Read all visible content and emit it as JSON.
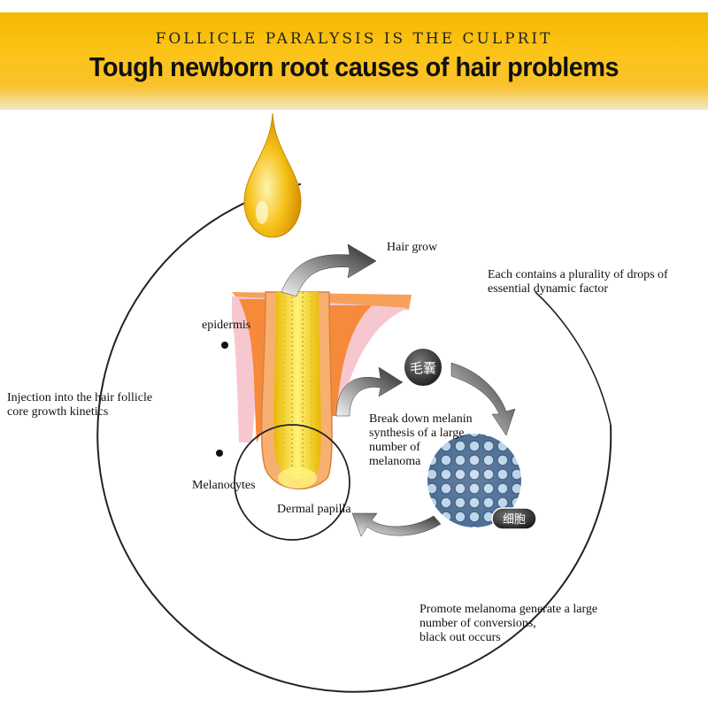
{
  "banner": {
    "subtitle": "FOLLICLE PARALYSIS IS THE CULPRIT",
    "title": "Tough newborn root causes of hair problems"
  },
  "labels": {
    "hair_grow": "Hair grow",
    "each_contains": [
      "Each contains a plurality of drops of",
      "essential dynamic factor"
    ],
    "epidermis": "epidermis",
    "injection": [
      "Injection into the hair follicle",
      "core growth kinetics"
    ],
    "break_down": [
      "Break down melanin",
      "synthesis of a large",
      " number of",
      "melanoma"
    ],
    "melanocytes": "Melanocytes",
    "dermal_papilla": "Dermal papilla",
    "promote": [
      "Promote melanoma generate a large",
      "number of conversions,",
      "black out occurs"
    ],
    "follicle_badge": "毛囊",
    "cell_badge": "细胞"
  },
  "colors": {
    "banner_gold": "#fcc418",
    "oil_gold": "#f2b705",
    "skin_orange": "#f6a05a",
    "skin_pink": "#f7c7cf",
    "cell_blue": "#5a7fa8"
  }
}
